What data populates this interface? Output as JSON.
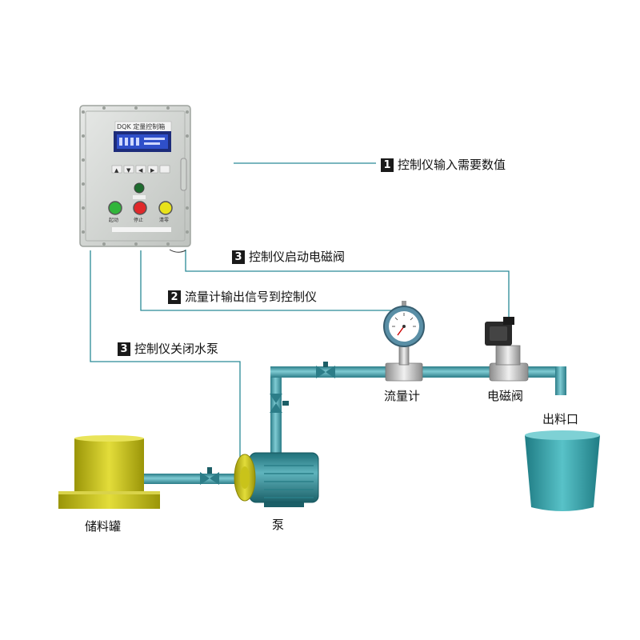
{
  "panel": {
    "title": "DQK 定量控制箱",
    "button_labels": [
      "起动",
      "停止",
      "清零"
    ]
  },
  "steps": [
    {
      "num": "1",
      "text": "控制仪输入需要数值"
    },
    {
      "num": "3",
      "text": "控制仪启动电磁阀"
    },
    {
      "num": "2",
      "text": "流量计输出信号到控制仪"
    },
    {
      "num": "3",
      "text": "控制仪关闭水泵"
    }
  ],
  "components": {
    "flowmeter": "流量计",
    "solenoid_valve": "电磁阀",
    "outlet": "出料口",
    "storage_tank": "储料罐",
    "pump": "泵"
  },
  "colors": {
    "pipe": "#3f9aa5",
    "signal_line": "#2a8a96",
    "tank": "#c8c314",
    "bucket": "#3aa6ad",
    "panel": "#d6d9d6"
  }
}
